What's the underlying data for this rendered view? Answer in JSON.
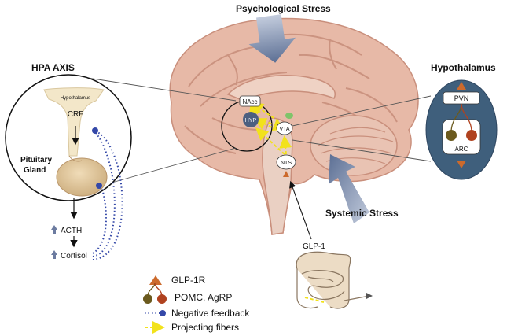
{
  "labels": {
    "psychological_stress": "Psychological Stress",
    "systemic_stress": "Systemic Stress",
    "hpa_axis": "HPA AXIS",
    "hypothalamus_title": "Hypothalamus",
    "hypothalamus_small": "Hypothalamus",
    "crf": "CRF",
    "pituitary": "Pituitary",
    "gland": "Gland",
    "acth": "ACTH",
    "cortisol": "Cortisol",
    "nacc": "NAcc",
    "hyp": "HYP",
    "vta": "VTA",
    "nts": "NTS",
    "pvn": "PVN",
    "arc": "ARC",
    "glp1": "GLP-1"
  },
  "legend": {
    "glp1r": "GLP-1R",
    "pomc_agrp": "POMC, AgRP",
    "negative_feedback": "Negative feedback",
    "projecting_fibers": "Projecting fibers"
  },
  "colors": {
    "brain_pink": "#e7b9a7",
    "brain_shadow": "#c98f7c",
    "hyp_node": "#4c5f80",
    "hypothalamus_panel": "#3f5f7c",
    "glp1r_triangle": "#cc6a2c",
    "pomc": "#6b5a1e",
    "agrp": "#b0421f",
    "feedback_blue": "#3448a8",
    "projection_yellow": "#f2e21c",
    "stress_arrow": "#8796b3",
    "pituitary_tan": "#dcc49a"
  }
}
